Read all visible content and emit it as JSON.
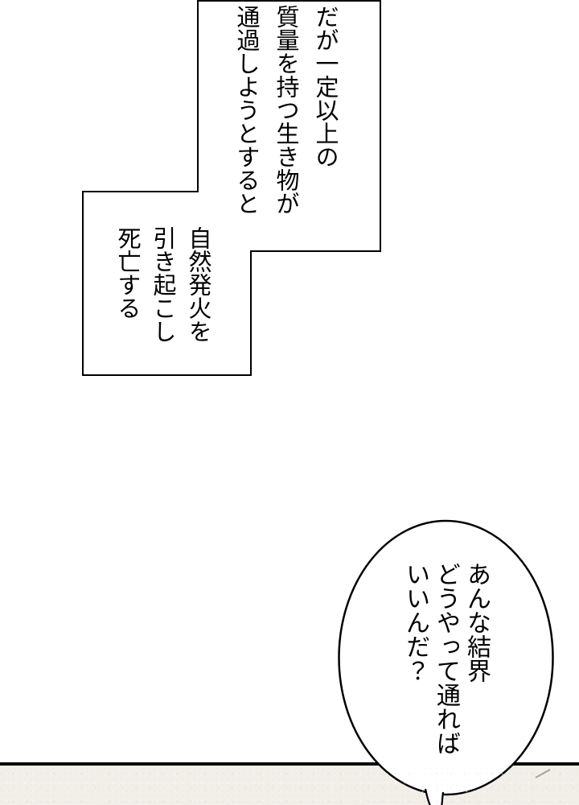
{
  "colors": {
    "background": "#ffffff",
    "ink": "#000000",
    "panel_bg": "#f1efe8",
    "scratch": "#a8a499"
  },
  "caption_top": {
    "lines": [
      "だが一定以上の",
      "質量を持つ生き物が",
      "通過しようとすると"
    ]
  },
  "caption_mid": {
    "lines": [
      "自然発火を",
      "引き起こし",
      "死亡する"
    ]
  },
  "speech_bubble": {
    "lines": [
      "あんな結界",
      "どうやって通れば",
      "いいんだ？"
    ]
  }
}
